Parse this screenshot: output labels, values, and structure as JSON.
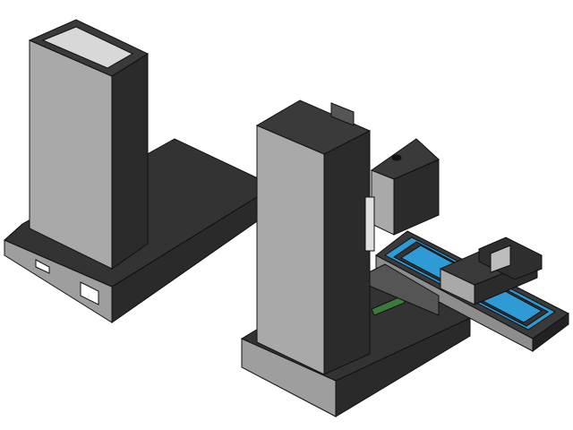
{
  "scene": {
    "colors": {
      "background": "#ffffff",
      "light_face": "#a9a9a9",
      "dark_face": "#2b2b2b",
      "mid_face": "#3a3a3a",
      "rail_blue": "#2e9bd6",
      "accent_green": "#3a7a3a"
    },
    "objects": [
      "left-column-assembly",
      "right-column-assembly",
      "linear-slide-table",
      "motor-housing",
      "vise"
    ]
  }
}
